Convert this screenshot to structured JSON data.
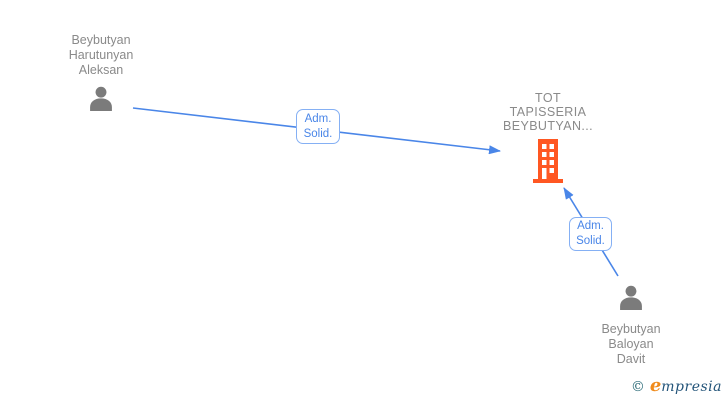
{
  "colors": {
    "edge_blue": "#4A86E8",
    "edge_label_border": "#85B0F4",
    "edge_label_text": "#4A86E8",
    "node_text_gray": "#8A8A8A",
    "person_icon_gray": "#7B7B7B",
    "company_icon_orange": "#FF5722",
    "logo_copyright_teal": "#2B6B78",
    "logo_e_orange": "#F08B1C",
    "logo_text_navy": "#24557A"
  },
  "diagram": {
    "nodes": [
      {
        "id": "person-1",
        "type": "person",
        "icon": "person-icon",
        "label_lines": [
          "Beybutyan",
          "Harutunyan",
          "Aleksan"
        ]
      },
      {
        "id": "company-1",
        "type": "company",
        "icon": "building-icon",
        "label_lines": [
          "TOT",
          "TAPISSERIA",
          "BEYBUTYAN..."
        ]
      },
      {
        "id": "person-2",
        "type": "person",
        "icon": "person-icon",
        "label_lines": [
          "Beybutyan",
          "Baloyan",
          "Davit"
        ]
      }
    ],
    "edges": [
      {
        "from": "person-1",
        "to": "company-1",
        "label_lines": [
          "Adm.",
          "Solid."
        ]
      },
      {
        "from": "person-2",
        "to": "company-1",
        "label_lines": [
          "Adm.",
          "Solid."
        ]
      }
    ]
  },
  "watermark": {
    "copyright_symbol": "©",
    "brand_initial": "e",
    "brand_rest": "mpresia"
  }
}
